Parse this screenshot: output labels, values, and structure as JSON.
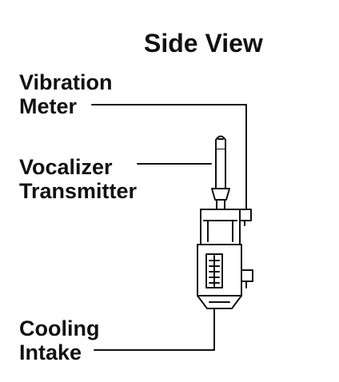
{
  "title": "Side View",
  "labels": {
    "vibration_meter": [
      "Vibration",
      "Meter"
    ],
    "vocalizer_transmitter": [
      "Vocalizer",
      "Transmitter"
    ],
    "cooling_intake": [
      "Cooling",
      "Intake"
    ]
  },
  "colors": {
    "ink": "#111111",
    "background": "#ffffff"
  }
}
